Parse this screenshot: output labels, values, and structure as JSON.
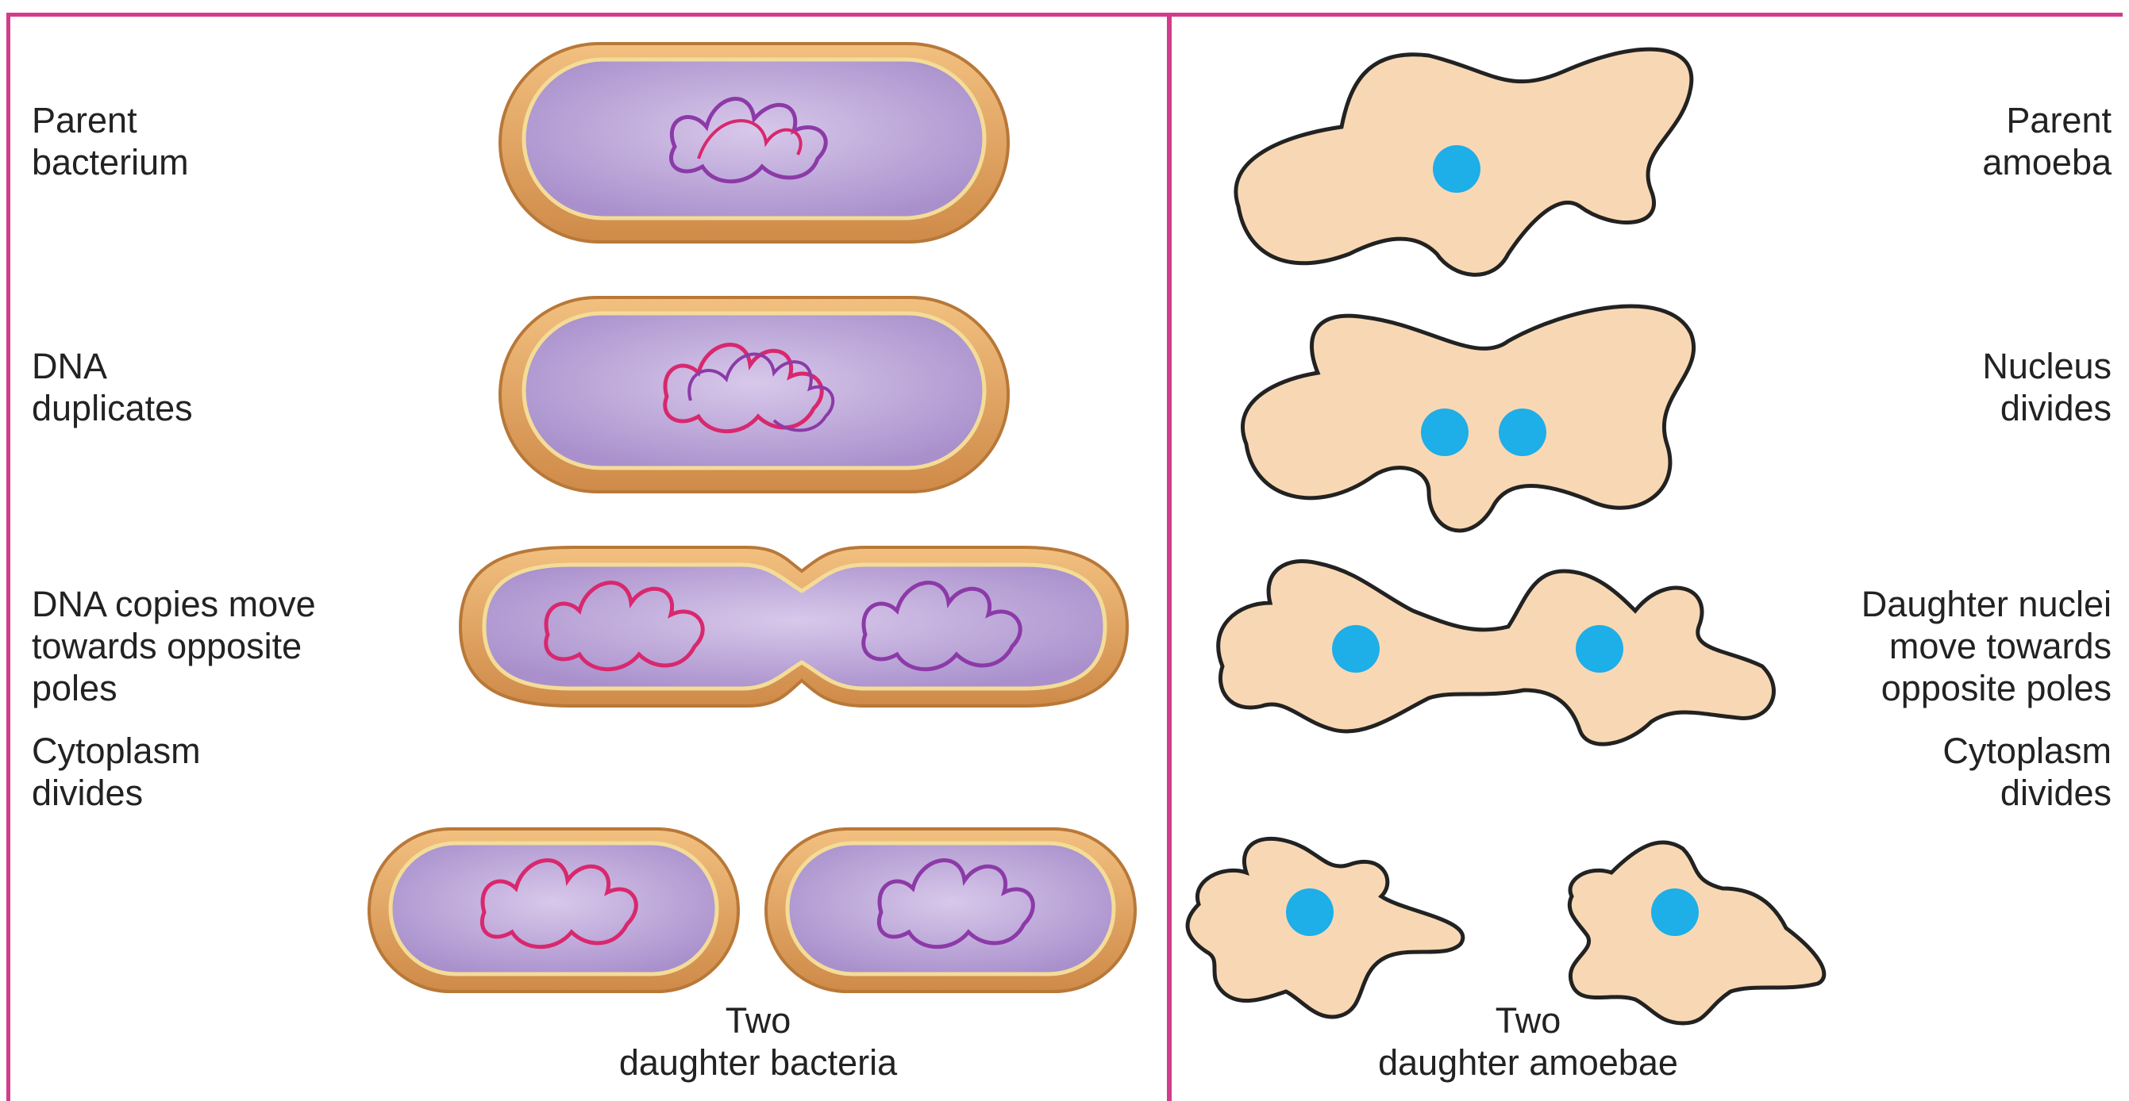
{
  "bacteria": {
    "labels": {
      "parent": "Parent\nbacterium",
      "dna_duplicates": "DNA\nduplicates",
      "dna_move": "DNA copies move\ntowards opposite\npoles",
      "cytoplasm": "Cytoplasm\ndivides",
      "daughters": "Two\ndaughter bacteria"
    }
  },
  "amoeba": {
    "labels": {
      "parent": "Parent\namoeba",
      "nucleus_divides": "Nucleus\ndivides",
      "nuclei_move": "Daughter nuclei\nmove towards\nopposite poles",
      "cytoplasm": "Cytoplasm\ndivides",
      "daughters": "Two\ndaughter amoebae"
    }
  },
  "colors": {
    "border": "#d23c8c",
    "bacterium_wall": "#e0a060",
    "bacterium_inner": "#c9b6e0",
    "dna_red": "#d8286e",
    "dna_purple": "#8c3aa8",
    "amoeba_fill": "#f8d8b4",
    "nucleus": "#1eaee8"
  }
}
